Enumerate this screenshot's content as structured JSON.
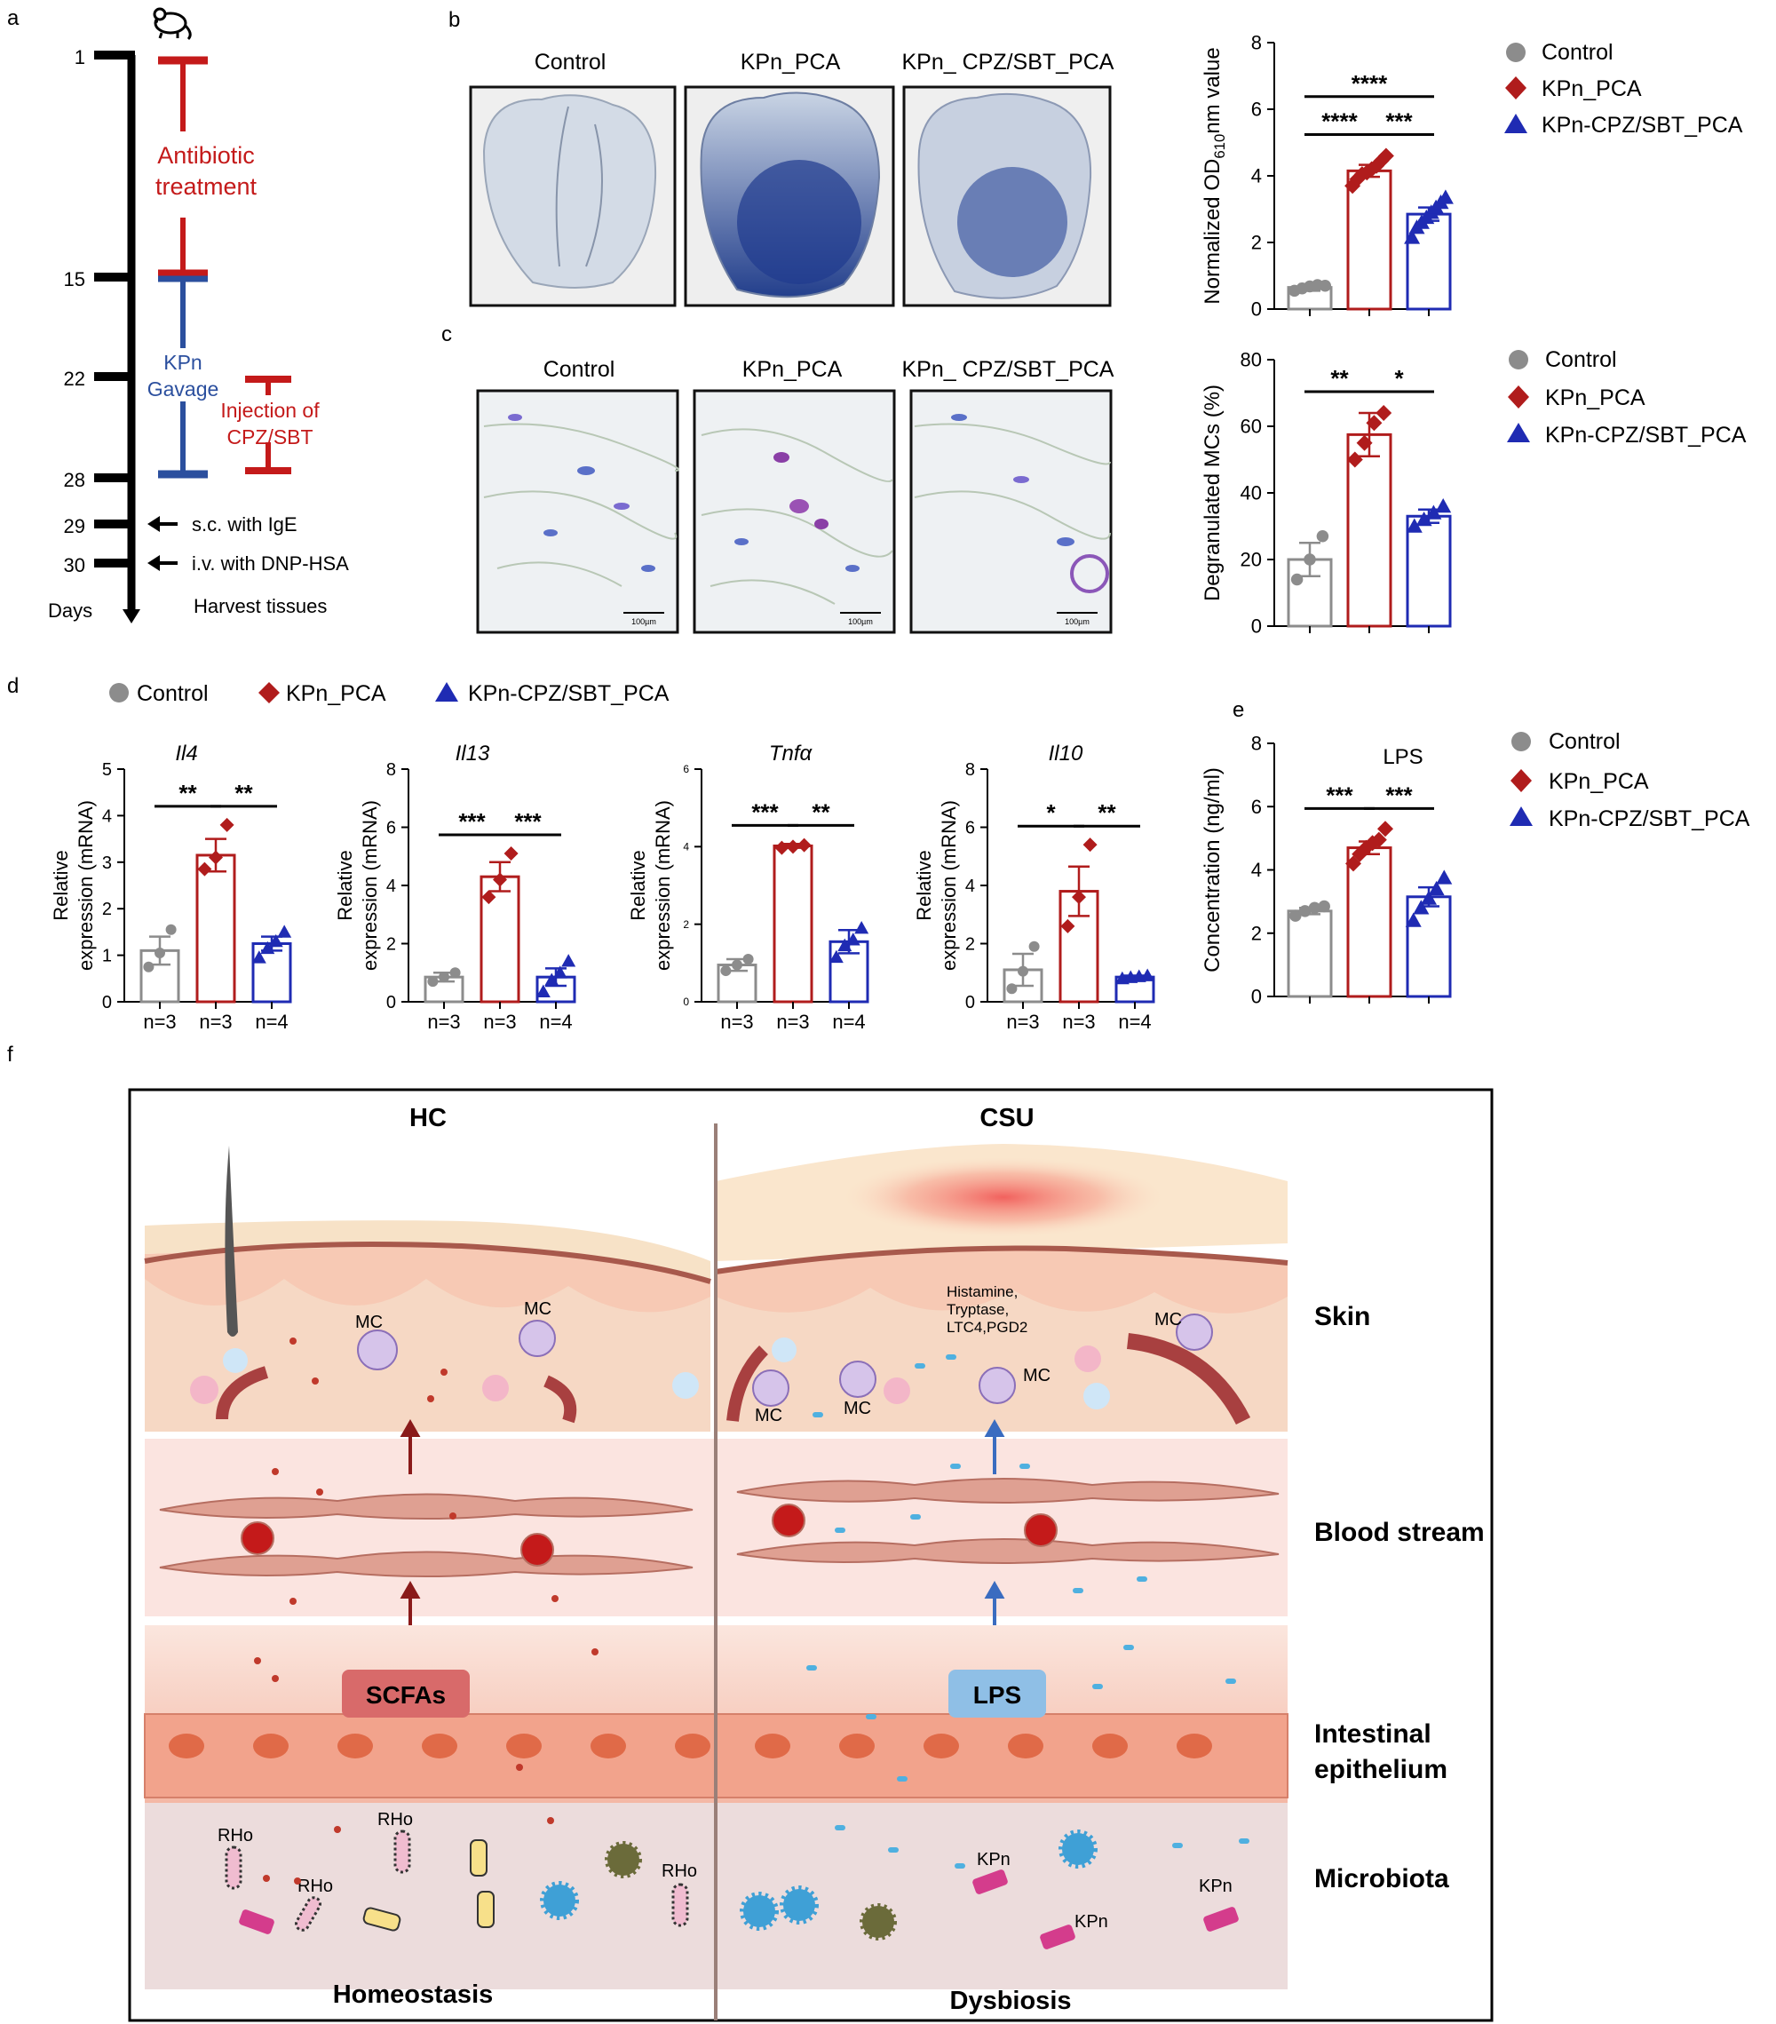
{
  "panels": {
    "a": "a",
    "b": "b",
    "c": "c",
    "d": "d",
    "e": "e",
    "f": "f"
  },
  "colors": {
    "control": "#8c8c8c",
    "kpn": "#b01c1c",
    "cpz": "#1f2bb3",
    "red_text": "#c41a1a",
    "blue_text": "#2b4f9e"
  },
  "panel_a": {
    "day_labels": [
      "1",
      "15",
      "22",
      "28",
      "29",
      "30"
    ],
    "days_label": "Days",
    "antibiotic": [
      "Antibiotic",
      "treatment"
    ],
    "kpn_gavage": [
      "KPn",
      "Gavage"
    ],
    "injection": [
      "Injection of",
      "CPZ/SBT"
    ],
    "sc_ige": "s.c. with IgE",
    "iv_dnp": "i.v. with DNP-HSA",
    "harvest": "Harvest tissues",
    "icon": "mouse-icon"
  },
  "image_titles": [
    "Control",
    "KPn_PCA",
    "KPn_ CPZ/SBT_PCA"
  ],
  "scale_bar": "100µm",
  "legend": [
    "Control",
    "KPn_PCA",
    "KPn-CPZ/SBT_PCA"
  ],
  "ticks": {
    "n": [
      "n=3",
      "n=3",
      "n=4"
    ]
  },
  "chart_data": [
    {
      "type": "bar",
      "panel": "b",
      "ylabel": "Normalized OD610nm value",
      "ylim": [
        0,
        8
      ],
      "yticks": [
        0,
        2,
        4,
        6,
        8
      ],
      "categories": [
        "Control",
        "KPn_PCA",
        "KPn-CPZ/SBT_PCA"
      ],
      "values": [
        0.65,
        4.15,
        2.85
      ],
      "errors": [
        0.1,
        0.18,
        0.2
      ],
      "points": [
        [
          0.55,
          0.62,
          0.68,
          0.72,
          0.7
        ],
        [
          3.7,
          3.9,
          4.05,
          4.1,
          4.2,
          4.3,
          4.45,
          4.6
        ],
        [
          2.15,
          2.45,
          2.6,
          2.75,
          2.9,
          3.05,
          3.2,
          3.35
        ]
      ],
      "significance": [
        {
          "from": 0,
          "to": 2,
          "label": "****"
        },
        {
          "from": 0,
          "to": 1,
          "label": "****"
        },
        {
          "from": 1,
          "to": 2,
          "label": "***"
        }
      ]
    },
    {
      "type": "bar",
      "panel": "c",
      "ylabel": "Degranulated MCs (%)",
      "ylim": [
        0,
        80
      ],
      "yticks": [
        0,
        20,
        40,
        60,
        80
      ],
      "categories": [
        "Control",
        "KPn_PCA",
        "KPn-CPZ/SBT_PCA"
      ],
      "values": [
        20,
        57.5,
        33
      ],
      "errors": [
        5,
        6.5,
        2
      ],
      "points": [
        [
          14,
          20,
          27
        ],
        [
          50,
          55,
          61,
          64
        ],
        [
          30,
          32,
          34,
          36
        ]
      ],
      "significance": [
        {
          "from": 0,
          "to": 1,
          "label": "**"
        },
        {
          "from": 1,
          "to": 2,
          "label": "*"
        }
      ]
    },
    {
      "type": "bar",
      "panel": "d",
      "title": "Il4",
      "ylabel": "Relative expression (mRNA)",
      "ylim": [
        0,
        5
      ],
      "yticks": [
        0,
        1,
        2,
        3,
        4,
        5
      ],
      "categories": [
        "n=3",
        "n=3",
        "n=4"
      ],
      "values": [
        1.1,
        3.15,
        1.25
      ],
      "errors": [
        0.3,
        0.35,
        0.15
      ],
      "points": [
        [
          0.75,
          1.05,
          1.55
        ],
        [
          2.85,
          3.1,
          3.8
        ],
        [
          0.95,
          1.15,
          1.3,
          1.5
        ]
      ],
      "significance": [
        {
          "from": 0,
          "to": 1,
          "label": "**"
        },
        {
          "from": 1,
          "to": 2,
          "label": "**"
        }
      ]
    },
    {
      "type": "bar",
      "panel": "d",
      "title": "Il13",
      "ylabel": "Relative expression (mRNA)",
      "ylim": [
        0,
        8
      ],
      "yticks": [
        0,
        2,
        4,
        6,
        8
      ],
      "categories": [
        "n=3",
        "n=3",
        "n=4"
      ],
      "values": [
        0.85,
        4.3,
        0.85
      ],
      "errors": [
        0.15,
        0.5,
        0.3
      ],
      "points": [
        [
          0.7,
          0.85,
          1.0
        ],
        [
          3.6,
          4.2,
          5.1
        ],
        [
          0.35,
          0.75,
          1.0,
          1.4
        ]
      ],
      "significance": [
        {
          "from": 0,
          "to": 1,
          "label": "***"
        },
        {
          "from": 1,
          "to": 2,
          "label": "***"
        }
      ]
    },
    {
      "type": "bar",
      "panel": "d",
      "title": "Tnfα",
      "ylabel": "Relative expression (mRNA)",
      "ylim": [
        0,
        6
      ],
      "yticks": [
        0,
        2,
        4,
        6
      ],
      "categories": [
        "n=3",
        "n=3",
        "n=4"
      ],
      "values": [
        0.95,
        4.02,
        1.55
      ],
      "errors": [
        0.15,
        0.05,
        0.3
      ],
      "points": [
        [
          0.8,
          0.95,
          1.1
        ],
        [
          3.97,
          4.0,
          4.04
        ],
        [
          1.15,
          1.45,
          1.6,
          1.9
        ]
      ],
      "significance": [
        {
          "from": 0,
          "to": 1,
          "label": "***"
        },
        {
          "from": 1,
          "to": 2,
          "label": "**"
        }
      ]
    },
    {
      "type": "bar",
      "panel": "d",
      "title": "Il10",
      "ylabel": "Relative expression (mRNA)",
      "ylim": [
        0,
        8
      ],
      "yticks": [
        0,
        2,
        4,
        6,
        8
      ],
      "categories": [
        "n=3",
        "n=3",
        "n=4"
      ],
      "values": [
        1.1,
        3.8,
        0.85
      ],
      "errors": [
        0.55,
        0.85,
        0.05
      ],
      "points": [
        [
          0.45,
          1.05,
          1.9
        ],
        [
          2.6,
          3.6,
          5.4
        ],
        [
          0.8,
          0.84,
          0.87,
          0.9
        ]
      ],
      "significance": [
        {
          "from": 0,
          "to": 1,
          "label": "*"
        },
        {
          "from": 1,
          "to": 2,
          "label": "**"
        }
      ]
    },
    {
      "type": "bar",
      "panel": "e",
      "title": "LPS",
      "ylabel": "Concentration (ng/ml)",
      "ylim": [
        0,
        8
      ],
      "yticks": [
        0,
        2,
        4,
        6,
        8
      ],
      "categories": [
        "Control",
        "KPn_PCA",
        "KPn-CPZ/SBT_PCA"
      ],
      "values": [
        2.7,
        4.7,
        3.15
      ],
      "errors": [
        0.1,
        0.2,
        0.3
      ],
      "points": [
        [
          2.55,
          2.7,
          2.8,
          2.85
        ],
        [
          4.2,
          4.5,
          4.7,
          4.85,
          4.95,
          5.3
        ],
        [
          2.4,
          2.8,
          3.1,
          3.4,
          3.75
        ]
      ],
      "significance": [
        {
          "from": 0,
          "to": 1,
          "label": "***"
        },
        {
          "from": 1,
          "to": 2,
          "label": "***"
        }
      ]
    }
  ],
  "panel_f": {
    "hc": "HC",
    "csu": "CSU",
    "layers": {
      "skin": "Skin",
      "blood": "Blood stream",
      "intestinal": [
        "Intestinal",
        "epithelium"
      ],
      "microbiota": "Microbiota"
    },
    "scfas": "SCFAs",
    "lps": "LPS",
    "mc": "MC",
    "mediators": [
      "Histamine,",
      "Tryptase,",
      "LTC4,PGD2"
    ],
    "rho": "RHo",
    "kpn": "KPn",
    "homeostasis": "Homeostasis",
    "dysbiosis": "Dysbiosis"
  }
}
